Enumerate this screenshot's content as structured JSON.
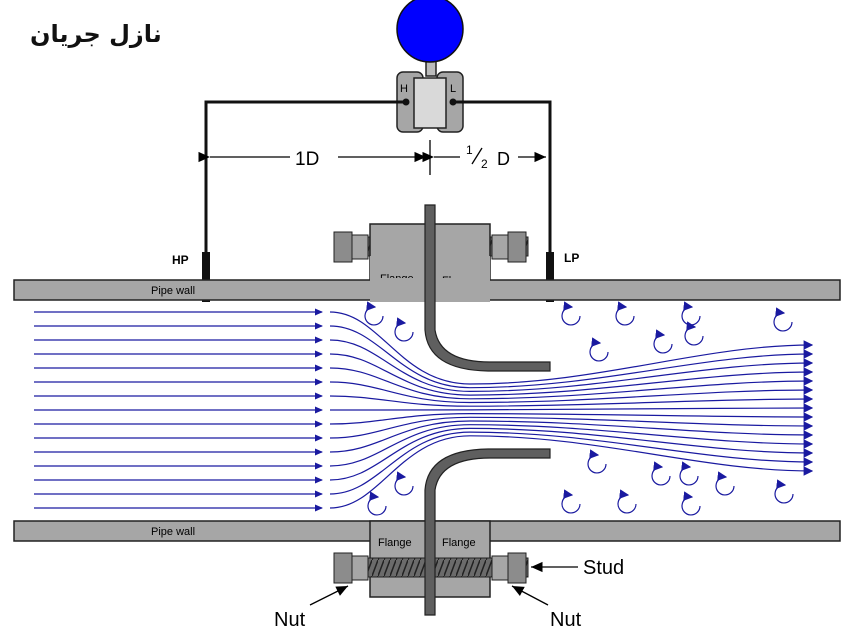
{
  "title": "نازل جریان",
  "transmitter": {
    "high_label": "H",
    "low_label": "L"
  },
  "dimensions": {
    "upstream": "1D",
    "downstream_num": "1",
    "downstream_den": "2",
    "downstream_unit": "D"
  },
  "taps": {
    "high": "HP",
    "low": "LP"
  },
  "pipe": {
    "top_wall_label": "Pipe wall",
    "bottom_wall_label": "Pipe wall"
  },
  "flanges": {
    "label": "Flange"
  },
  "callouts": {
    "stud": "Stud",
    "nut_left": "Nut",
    "nut_right": "Nut"
  },
  "colors": {
    "transmitter_ball": "#0000ff",
    "flow_lines": "#1a1aa0",
    "pipe_wall": "#a6a6a6",
    "nozzle": "#5f5f5f",
    "flange": "#a6a6a6"
  }
}
